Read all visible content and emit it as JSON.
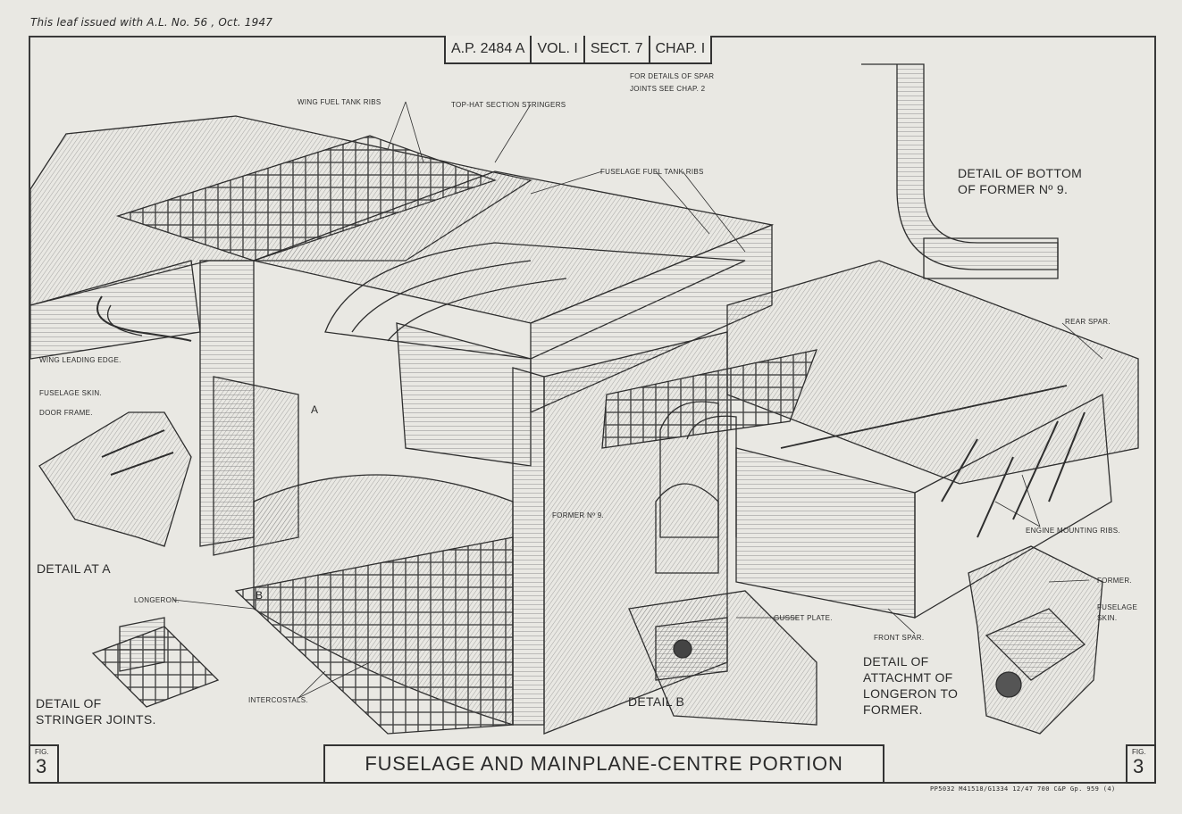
{
  "issue_note": "This leaf issued with A.L. No. 56 , Oct. 1947",
  "reference": {
    "ap": "A.P. 2484 A",
    "vol": "VOL. I",
    "sect": "SECT. 7",
    "chap": "CHAP. I"
  },
  "spar_note_line1": "FOR DETAILS OF SPAR",
  "spar_note_line2": "JOINTS SEE  CHAP. 2",
  "labels": {
    "wing_fuel_tank_ribs": "WING FUEL TANK RIBS",
    "top_hat_stringers": "TOP-HAT SECTION STRINGERS",
    "fuselage_fuel_tank_ribs": "FUSELAGE FUEL TANK RIBS",
    "wing_leading_edge": "WING LEADING EDGE.",
    "fuselage_skin": "FUSELAGE SKIN.",
    "door_frame": "DOOR FRAME.",
    "former_no9": "FORMER Nº 9.",
    "rear_spar": "REAR SPAR.",
    "engine_mounting_ribs": "ENGINE MOUNTING RIBS.",
    "longeron": "LONGERON.",
    "gusset_plate": "GUSSET PLATE.",
    "front_spar": "FRONT SPAR.",
    "intercostals": "INTERCOSTALS.",
    "former": "FORMER.",
    "fuselage_skin_right_1": "FUSELAGE",
    "fuselage_skin_right_2": "SKIN.",
    "marker_a": "A",
    "marker_b": "B"
  },
  "details": {
    "bottom_former_1": "DETAIL OF BOTTOM",
    "bottom_former_2": "OF FORMER Nº 9.",
    "detail_a": "DETAIL AT A",
    "stringer_1": "DETAIL OF",
    "stringer_2": "STRINGER JOINTS.",
    "detail_b": "DETAIL B",
    "attach_1": "DETAIL OF",
    "attach_2": "ATTACHMT OF",
    "attach_3": "LONGERON TO",
    "attach_4": "FORMER."
  },
  "fig_label": "FIG.",
  "fig_number": "3",
  "title": "FUSELAGE AND MAINPLANE-CENTRE PORTION",
  "print_code": "PP5032  M41518/G1334  12/47  700  C&P  Gp. 959 (4)",
  "colors": {
    "paper": "#e9e8e3",
    "ink": "#2a2a2a",
    "hatch": "#555555"
  }
}
